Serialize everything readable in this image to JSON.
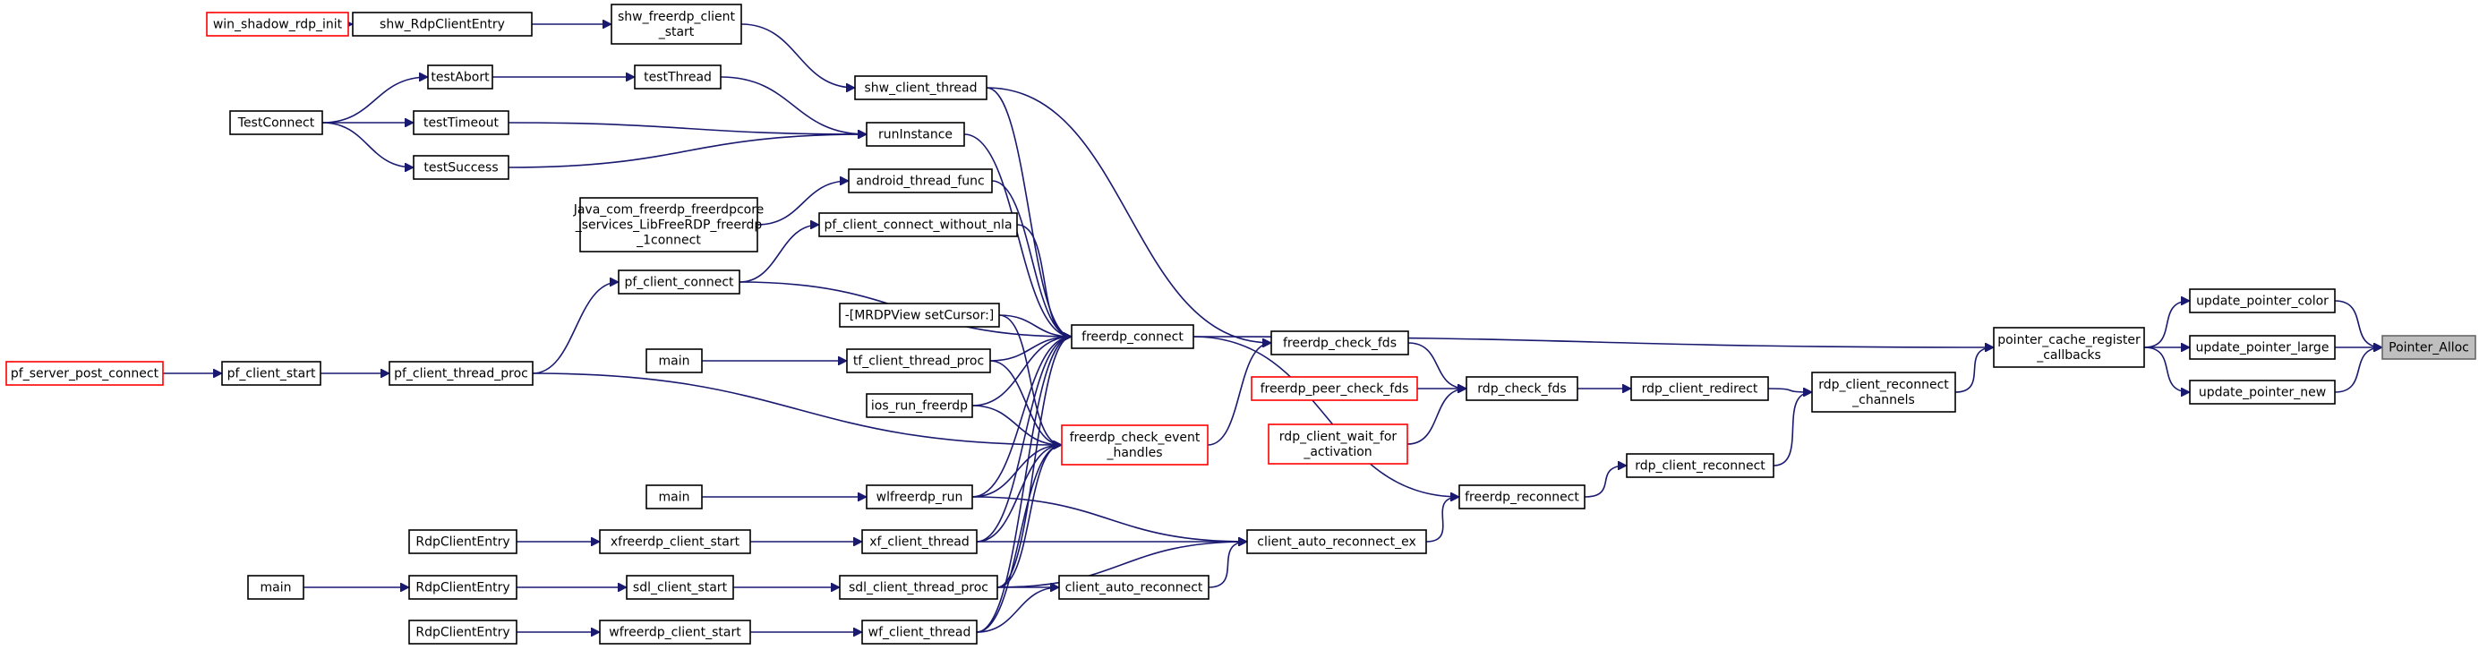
{
  "graph": {
    "title": "",
    "root": "Pointer_Alloc",
    "nodes": [
      {
        "id": "win_shadow_rdp_init",
        "lines": [
          "win_shadow_rdp_init"
        ],
        "border": "red"
      },
      {
        "id": "shw_RdpClientEntry",
        "lines": [
          "shw_RdpClientEntry"
        ],
        "border": "black"
      },
      {
        "id": "shw_freerdp_client_start",
        "lines": [
          "shw_freerdp_client",
          "_start"
        ],
        "border": "black"
      },
      {
        "id": "shw_client_thread",
        "lines": [
          "shw_client_thread"
        ],
        "border": "black"
      },
      {
        "id": "TestConnect",
        "lines": [
          "TestConnect"
        ],
        "border": "black"
      },
      {
        "id": "testAbort",
        "lines": [
          "testAbort"
        ],
        "border": "black"
      },
      {
        "id": "testThread",
        "lines": [
          "testThread"
        ],
        "border": "black"
      },
      {
        "id": "testTimeout",
        "lines": [
          "testTimeout"
        ],
        "border": "black"
      },
      {
        "id": "testSuccess",
        "lines": [
          "testSuccess"
        ],
        "border": "black"
      },
      {
        "id": "runInstance",
        "lines": [
          "runInstance"
        ],
        "border": "black"
      },
      {
        "id": "android_thread_func",
        "lines": [
          "android_thread_func"
        ],
        "border": "black"
      },
      {
        "id": "java_freerdp",
        "lines": [
          "Java_com_freerdp_freerdpcore",
          "_services_LibFreeRDP_freerdp",
          "_1connect"
        ],
        "border": "black"
      },
      {
        "id": "pf_client_connect_without_nla",
        "lines": [
          "pf_client_connect_without_nla"
        ],
        "border": "black"
      },
      {
        "id": "pf_client_connect",
        "lines": [
          "pf_client_connect"
        ],
        "border": "black"
      },
      {
        "id": "mrdpview_setcursor",
        "lines": [
          "-[MRDPView setCursor:]"
        ],
        "border": "black"
      },
      {
        "id": "main_tf",
        "lines": [
          "main"
        ],
        "border": "black"
      },
      {
        "id": "tf_client_thread_proc",
        "lines": [
          "tf_client_thread_proc"
        ],
        "border": "black"
      },
      {
        "id": "pf_server_post_connect",
        "lines": [
          "pf_server_post_connect"
        ],
        "border": "red"
      },
      {
        "id": "pf_client_start",
        "lines": [
          "pf_client_start"
        ],
        "border": "black"
      },
      {
        "id": "pf_client_thread_proc",
        "lines": [
          "pf_client_thread_proc"
        ],
        "border": "black"
      },
      {
        "id": "ios_run_freerdp",
        "lines": [
          "ios_run_freerdp"
        ],
        "border": "black"
      },
      {
        "id": "main_wl",
        "lines": [
          "main"
        ],
        "border": "black"
      },
      {
        "id": "wlfreerdp_run",
        "lines": [
          "wlfreerdp_run"
        ],
        "border": "black"
      },
      {
        "id": "RdpClientEntry_xf",
        "lines": [
          "RdpClientEntry"
        ],
        "border": "black"
      },
      {
        "id": "xfreerdp_client_start",
        "lines": [
          "xfreerdp_client_start"
        ],
        "border": "black"
      },
      {
        "id": "xf_client_thread",
        "lines": [
          "xf_client_thread"
        ],
        "border": "black"
      },
      {
        "id": "main_sdl",
        "lines": [
          "main"
        ],
        "border": "black"
      },
      {
        "id": "RdpClientEntry_sdl",
        "lines": [
          "RdpClientEntry"
        ],
        "border": "black"
      },
      {
        "id": "sdl_client_start",
        "lines": [
          "sdl_client_start"
        ],
        "border": "black"
      },
      {
        "id": "sdl_client_thread_proc",
        "lines": [
          "sdl_client_thread_proc"
        ],
        "border": "black"
      },
      {
        "id": "RdpClientEntry_wf",
        "lines": [
          "RdpClientEntry"
        ],
        "border": "black"
      },
      {
        "id": "wfreerdp_client_start",
        "lines": [
          "wfreerdp_client_start"
        ],
        "border": "black"
      },
      {
        "id": "wf_client_thread",
        "lines": [
          "wf_client_thread"
        ],
        "border": "black"
      },
      {
        "id": "freerdp_connect",
        "lines": [
          "freerdp_connect"
        ],
        "border": "black"
      },
      {
        "id": "freerdp_check_event_handles",
        "lines": [
          "freerdp_check_event",
          "_handles"
        ],
        "border": "red"
      },
      {
        "id": "client_auto_reconnect",
        "lines": [
          "client_auto_reconnect"
        ],
        "border": "black"
      },
      {
        "id": "client_auto_reconnect_ex",
        "lines": [
          "client_auto_reconnect_ex"
        ],
        "border": "black"
      },
      {
        "id": "freerdp_check_fds",
        "lines": [
          "freerdp_check_fds"
        ],
        "border": "black"
      },
      {
        "id": "freerdp_peer_check_fds",
        "lines": [
          "freerdp_peer_check_fds"
        ],
        "border": "red"
      },
      {
        "id": "rdp_client_wait_for_activation",
        "lines": [
          "rdp_client_wait_for",
          "_activation"
        ],
        "border": "red"
      },
      {
        "id": "rdp_check_fds",
        "lines": [
          "rdp_check_fds"
        ],
        "border": "black"
      },
      {
        "id": "freerdp_reconnect",
        "lines": [
          "freerdp_reconnect"
        ],
        "border": "black"
      },
      {
        "id": "rdp_client_redirect",
        "lines": [
          "rdp_client_redirect"
        ],
        "border": "black"
      },
      {
        "id": "rdp_client_reconnect",
        "lines": [
          "rdp_client_reconnect"
        ],
        "border": "black"
      },
      {
        "id": "rdp_client_reconnect_channels",
        "lines": [
          "rdp_client_reconnect",
          "_channels"
        ],
        "border": "black"
      },
      {
        "id": "pointer_cache_register_callbacks",
        "lines": [
          "pointer_cache_register",
          "_callbacks"
        ],
        "border": "black"
      },
      {
        "id": "update_pointer_color",
        "lines": [
          "update_pointer_color"
        ],
        "border": "black"
      },
      {
        "id": "update_pointer_large",
        "lines": [
          "update_pointer_large"
        ],
        "border": "black"
      },
      {
        "id": "update_pointer_new",
        "lines": [
          "update_pointer_new"
        ],
        "border": "black"
      },
      {
        "id": "Pointer_Alloc",
        "lines": [
          "Pointer_Alloc"
        ],
        "border": "root"
      }
    ],
    "edges": [
      [
        "win_shadow_rdp_init",
        "shw_RdpClientEntry"
      ],
      [
        "shw_RdpClientEntry",
        "shw_freerdp_client_start"
      ],
      [
        "shw_freerdp_client_start",
        "shw_client_thread"
      ],
      [
        "shw_client_thread",
        "freerdp_connect"
      ],
      [
        "shw_client_thread",
        "freerdp_check_fds"
      ],
      [
        "TestConnect",
        "testAbort"
      ],
      [
        "TestConnect",
        "testTimeout"
      ],
      [
        "TestConnect",
        "testSuccess"
      ],
      [
        "testAbort",
        "testThread"
      ],
      [
        "testThread",
        "runInstance"
      ],
      [
        "testTimeout",
        "runInstance"
      ],
      [
        "testSuccess",
        "runInstance"
      ],
      [
        "runInstance",
        "freerdp_connect"
      ],
      [
        "java_freerdp",
        "android_thread_func"
      ],
      [
        "android_thread_func",
        "freerdp_connect"
      ],
      [
        "pf_client_connect",
        "pf_client_connect_without_nla"
      ],
      [
        "pf_client_connect_without_nla",
        "freerdp_connect"
      ],
      [
        "pf_client_connect",
        "freerdp_connect"
      ],
      [
        "pf_client_thread_proc",
        "pf_client_connect"
      ],
      [
        "pf_server_post_connect",
        "pf_client_start"
      ],
      [
        "pf_client_start",
        "pf_client_thread_proc"
      ],
      [
        "pf_client_thread_proc",
        "freerdp_check_event_handles"
      ],
      [
        "mrdpview_setcursor",
        "freerdp_connect"
      ],
      [
        "mrdpview_setcursor",
        "freerdp_check_event_handles"
      ],
      [
        "main_tf",
        "tf_client_thread_proc"
      ],
      [
        "tf_client_thread_proc",
        "freerdp_connect"
      ],
      [
        "tf_client_thread_proc",
        "freerdp_check_event_handles"
      ],
      [
        "ios_run_freerdp",
        "freerdp_connect"
      ],
      [
        "ios_run_freerdp",
        "freerdp_check_event_handles"
      ],
      [
        "main_wl",
        "wlfreerdp_run"
      ],
      [
        "wlfreerdp_run",
        "freerdp_connect"
      ],
      [
        "wlfreerdp_run",
        "freerdp_check_event_handles"
      ],
      [
        "RdpClientEntry_xf",
        "xfreerdp_client_start"
      ],
      [
        "xfreerdp_client_start",
        "xf_client_thread"
      ],
      [
        "xf_client_thread",
        "freerdp_connect"
      ],
      [
        "xf_client_thread",
        "freerdp_check_event_handles"
      ],
      [
        "main_sdl",
        "RdpClientEntry_sdl"
      ],
      [
        "RdpClientEntry_sdl",
        "sdl_client_start"
      ],
      [
        "sdl_client_start",
        "sdl_client_thread_proc"
      ],
      [
        "sdl_client_thread_proc",
        "freerdp_connect"
      ],
      [
        "sdl_client_thread_proc",
        "freerdp_check_event_handles"
      ],
      [
        "RdpClientEntry_wf",
        "wfreerdp_client_start"
      ],
      [
        "wfreerdp_client_start",
        "wf_client_thread"
      ],
      [
        "wf_client_thread",
        "freerdp_connect"
      ],
      [
        "wf_client_thread",
        "freerdp_check_event_handles"
      ],
      [
        "sdl_client_thread_proc",
        "client_auto_reconnect"
      ],
      [
        "wf_client_thread",
        "client_auto_reconnect"
      ],
      [
        "client_auto_reconnect",
        "client_auto_reconnect_ex"
      ],
      [
        "wlfreerdp_run",
        "client_auto_reconnect_ex"
      ],
      [
        "xf_client_thread",
        "client_auto_reconnect_ex"
      ],
      [
        "sdl_client_thread_proc",
        "client_auto_reconnect_ex"
      ],
      [
        "client_auto_reconnect_ex",
        "freerdp_reconnect"
      ],
      [
        "freerdp_connect",
        "freerdp_reconnect"
      ],
      [
        "freerdp_check_event_handles",
        "freerdp_check_fds"
      ],
      [
        "freerdp_check_fds",
        "rdp_check_fds"
      ],
      [
        "freerdp_peer_check_fds",
        "rdp_check_fds"
      ],
      [
        "rdp_client_wait_for_activation",
        "rdp_check_fds"
      ],
      [
        "rdp_check_fds",
        "rdp_client_redirect"
      ],
      [
        "freerdp_reconnect",
        "rdp_client_reconnect"
      ],
      [
        "rdp_client_redirect",
        "rdp_client_reconnect_channels"
      ],
      [
        "rdp_client_reconnect",
        "rdp_client_reconnect_channels"
      ],
      [
        "rdp_client_reconnect_channels",
        "pointer_cache_register_callbacks"
      ],
      [
        "freerdp_connect",
        "pointer_cache_register_callbacks"
      ],
      [
        "pointer_cache_register_callbacks",
        "update_pointer_color"
      ],
      [
        "pointer_cache_register_callbacks",
        "update_pointer_large"
      ],
      [
        "pointer_cache_register_callbacks",
        "update_pointer_new"
      ],
      [
        "update_pointer_color",
        "Pointer_Alloc"
      ],
      [
        "update_pointer_large",
        "Pointer_Alloc"
      ],
      [
        "update_pointer_new",
        "Pointer_Alloc"
      ]
    ]
  }
}
